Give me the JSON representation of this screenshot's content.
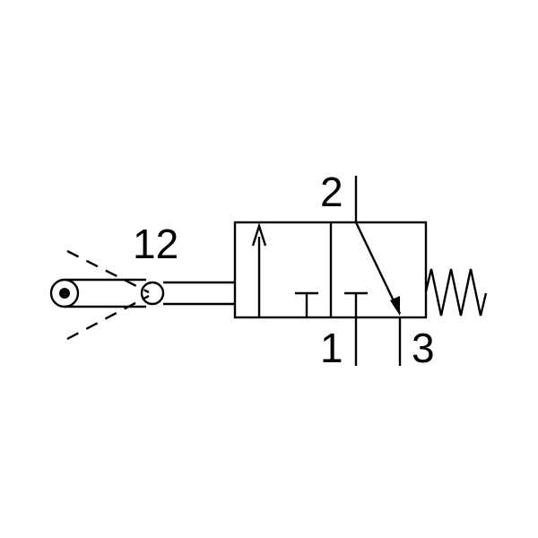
{
  "symbol": {
    "ports": {
      "pilot": "12",
      "outlet": "2",
      "supply": "1",
      "exhaust": "3"
    }
  },
  "colors": {
    "line": "#000000",
    "background": "#ffffff"
  }
}
